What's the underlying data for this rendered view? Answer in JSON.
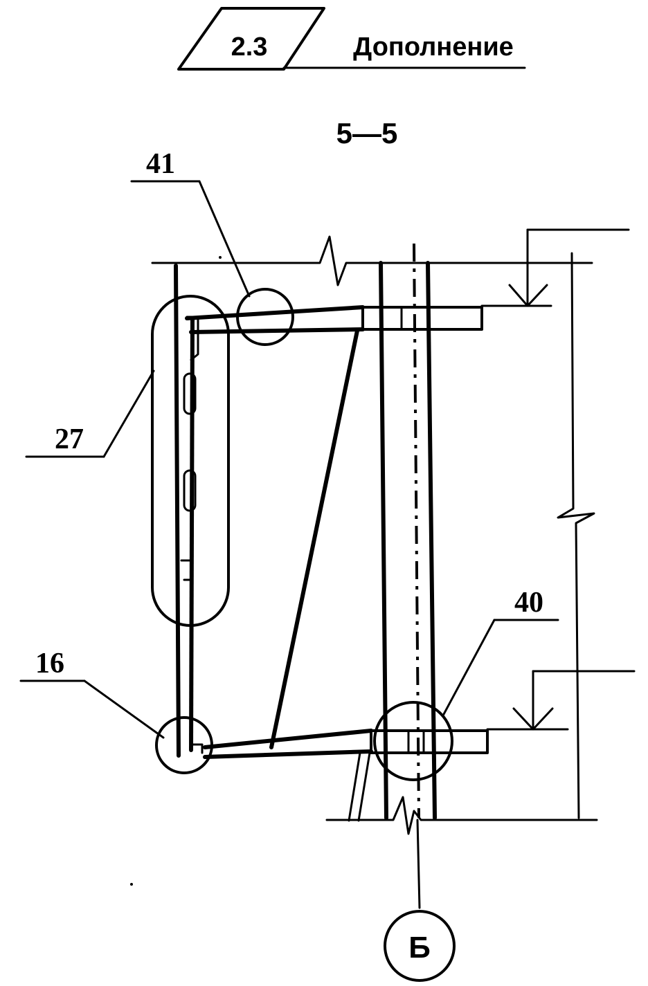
{
  "header": {
    "section_number": "2.3",
    "section_title": "Дополнение"
  },
  "section_view_label": "5—5",
  "callouts": {
    "c41": "41",
    "c27": "27",
    "c16": "16",
    "c40": "40"
  },
  "reference_marker": "Б"
}
